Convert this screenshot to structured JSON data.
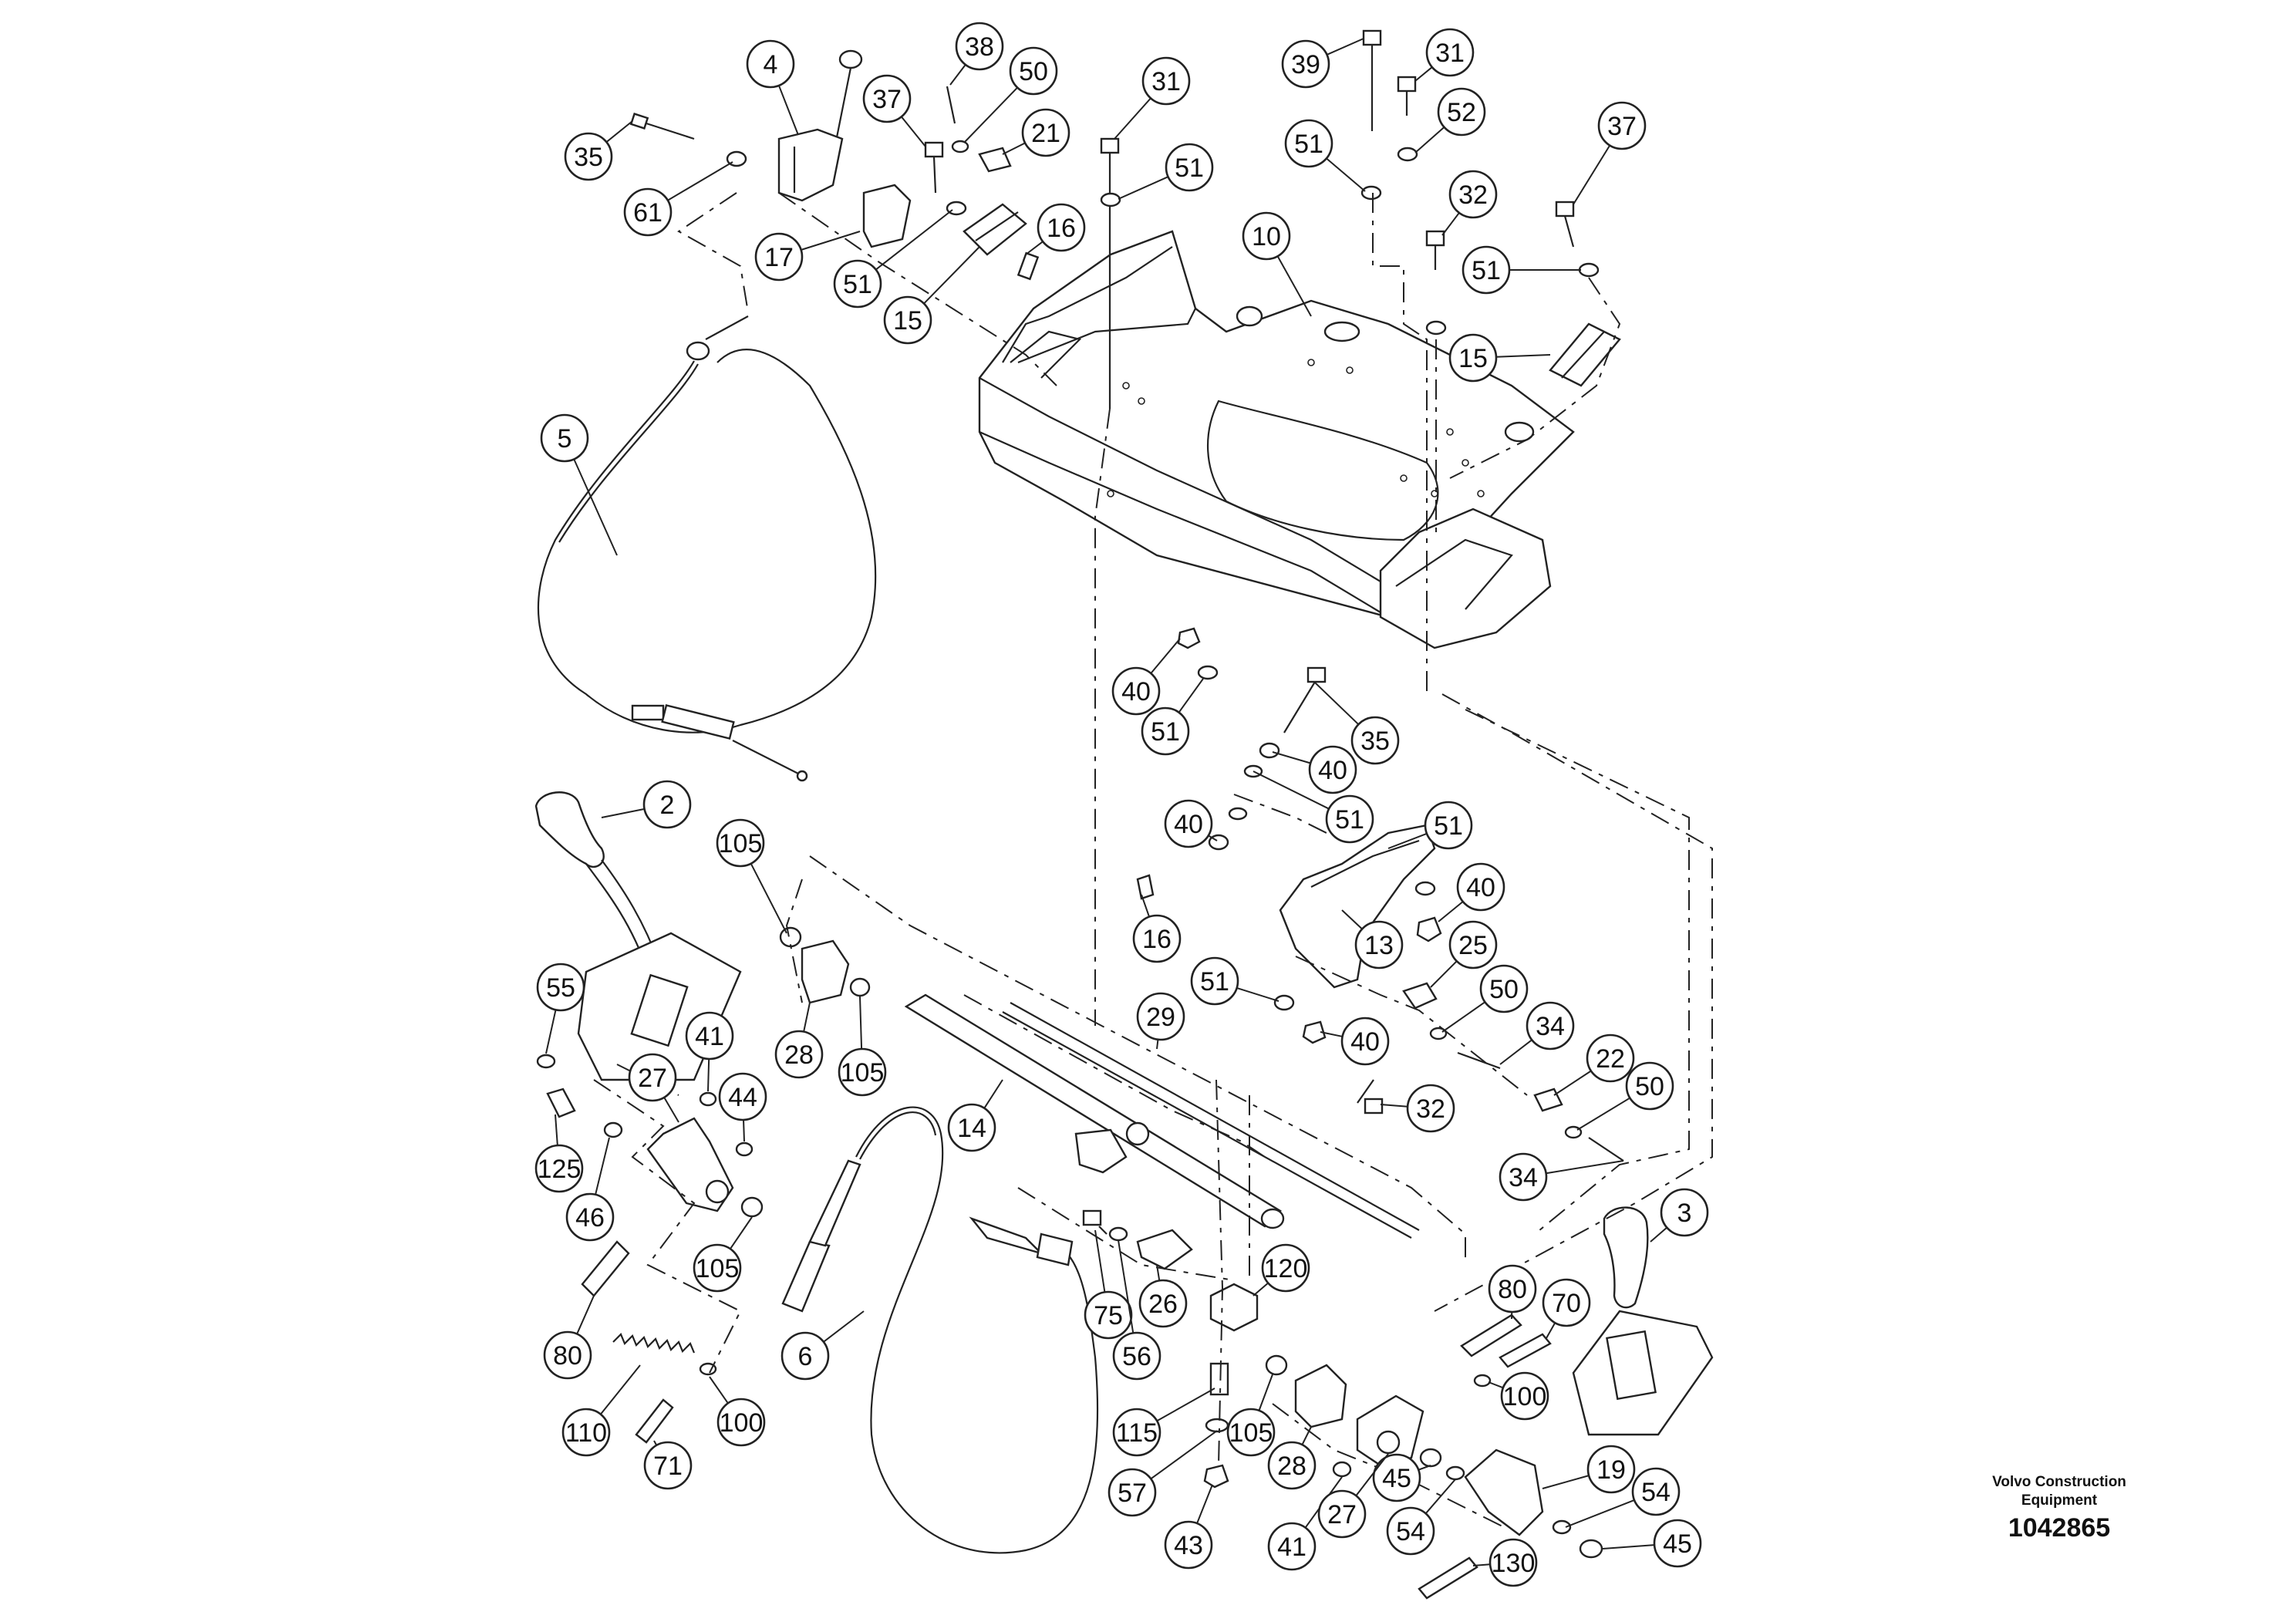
{
  "brand": {
    "line1": "Volvo Construction",
    "line2": "Equipment"
  },
  "document_number": "1042865",
  "callouts": [
    {
      "id": "c1",
      "label": "4"
    },
    {
      "id": "c2",
      "label": "35"
    },
    {
      "id": "c3",
      "label": "61"
    },
    {
      "id": "c4",
      "label": "17"
    },
    {
      "id": "c5",
      "label": "37"
    },
    {
      "id": "c6",
      "label": "38"
    },
    {
      "id": "c7",
      "label": "50"
    },
    {
      "id": "c8",
      "label": "21"
    },
    {
      "id": "c9",
      "label": "16"
    },
    {
      "id": "c10",
      "label": "51"
    },
    {
      "id": "c11",
      "label": "15"
    },
    {
      "id": "c12",
      "label": "31"
    },
    {
      "id": "c13",
      "label": "51"
    },
    {
      "id": "c14",
      "label": "10"
    },
    {
      "id": "c15",
      "label": "39"
    },
    {
      "id": "c16",
      "label": "31"
    },
    {
      "id": "c17",
      "label": "52"
    },
    {
      "id": "c18",
      "label": "51"
    },
    {
      "id": "c19",
      "label": "32"
    },
    {
      "id": "c20",
      "label": "51"
    },
    {
      "id": "c21",
      "label": "37"
    },
    {
      "id": "c22",
      "label": "15"
    },
    {
      "id": "c23",
      "label": "5"
    },
    {
      "id": "c24",
      "label": "40"
    },
    {
      "id": "c25",
      "label": "51"
    },
    {
      "id": "c26",
      "label": "35"
    },
    {
      "id": "c27",
      "label": "40"
    },
    {
      "id": "c28",
      "label": "51"
    },
    {
      "id": "c29",
      "label": "40"
    },
    {
      "id": "c30",
      "label": "51"
    },
    {
      "id": "c31",
      "label": "40"
    },
    {
      "id": "c32",
      "label": "16"
    },
    {
      "id": "c33",
      "label": "13"
    },
    {
      "id": "c34",
      "label": "25"
    },
    {
      "id": "c35",
      "label": "50"
    },
    {
      "id": "c36",
      "label": "51"
    },
    {
      "id": "c37",
      "label": "34"
    },
    {
      "id": "c38",
      "label": "40"
    },
    {
      "id": "c39",
      "label": "22"
    },
    {
      "id": "c40",
      "label": "32"
    },
    {
      "id": "c41",
      "label": "50"
    },
    {
      "id": "c42",
      "label": "34"
    },
    {
      "id": "c43",
      "label": "2"
    },
    {
      "id": "c44",
      "label": "105"
    },
    {
      "id": "c45",
      "label": "55"
    },
    {
      "id": "c46",
      "label": "41"
    },
    {
      "id": "c47",
      "label": "27"
    },
    {
      "id": "c48",
      "label": "44"
    },
    {
      "id": "c49",
      "label": "28"
    },
    {
      "id": "c50",
      "label": "105"
    },
    {
      "id": "c51",
      "label": "125"
    },
    {
      "id": "c52",
      "label": "46"
    },
    {
      "id": "c53",
      "label": "105"
    },
    {
      "id": "c54",
      "label": "29"
    },
    {
      "id": "c55",
      "label": "14"
    },
    {
      "id": "c56",
      "label": "80"
    },
    {
      "id": "c57",
      "label": "6"
    },
    {
      "id": "c58",
      "label": "110"
    },
    {
      "id": "c59",
      "label": "100"
    },
    {
      "id": "c60",
      "label": "71"
    },
    {
      "id": "c61",
      "label": "75"
    },
    {
      "id": "c62",
      "label": "26"
    },
    {
      "id": "c63",
      "label": "56"
    },
    {
      "id": "c64",
      "label": "120"
    },
    {
      "id": "c65",
      "label": "3"
    },
    {
      "id": "c66",
      "label": "80"
    },
    {
      "id": "c67",
      "label": "70"
    },
    {
      "id": "c68",
      "label": "100"
    },
    {
      "id": "c69",
      "label": "115"
    },
    {
      "id": "c70",
      "label": "105"
    },
    {
      "id": "c71",
      "label": "57"
    },
    {
      "id": "c72",
      "label": "28"
    },
    {
      "id": "c73",
      "label": "45"
    },
    {
      "id": "c74",
      "label": "19"
    },
    {
      "id": "c75",
      "label": "54"
    },
    {
      "id": "c76",
      "label": "43"
    },
    {
      "id": "c77",
      "label": "41"
    },
    {
      "id": "c78",
      "label": "27"
    },
    {
      "id": "c79",
      "label": "54"
    },
    {
      "id": "c80",
      "label": "45"
    },
    {
      "id": "c81",
      "label": "130"
    }
  ]
}
